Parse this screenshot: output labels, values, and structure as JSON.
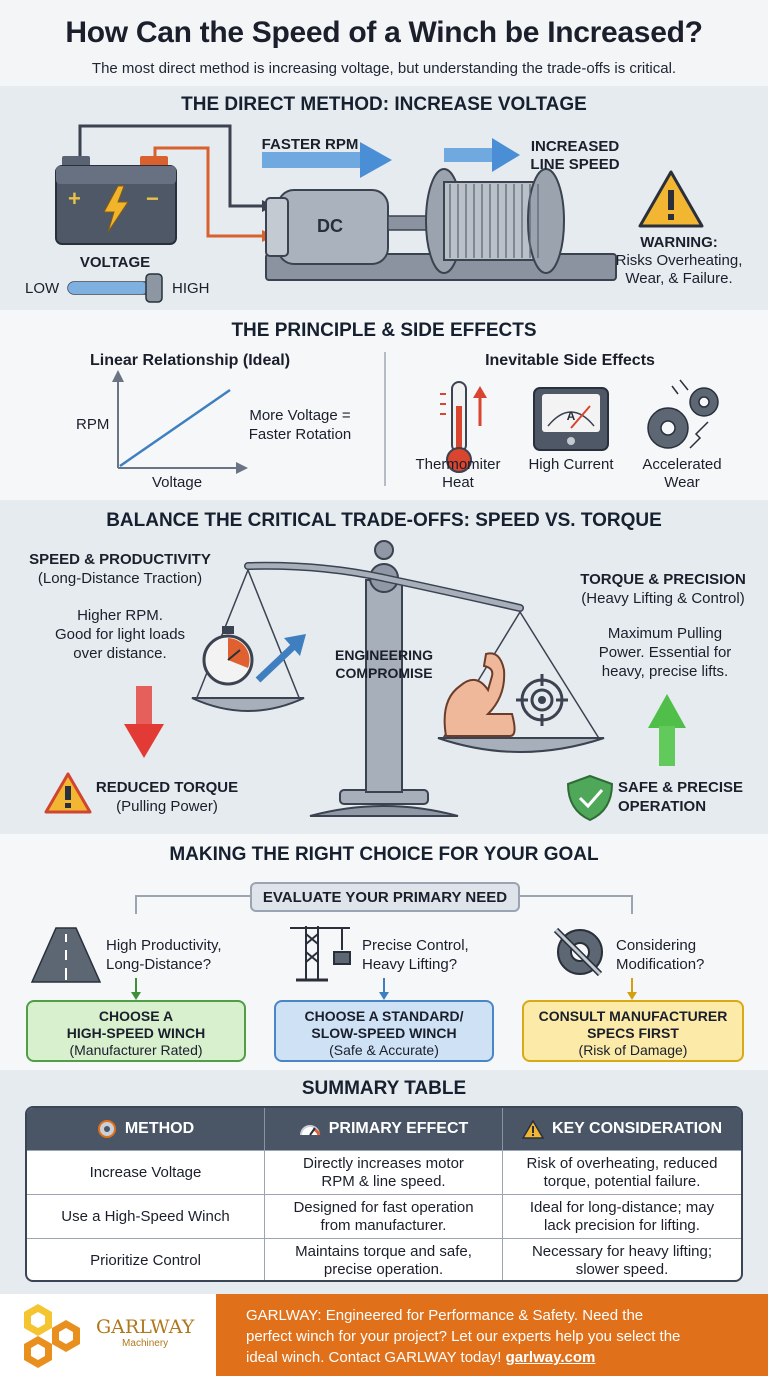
{
  "header": {
    "title": "How Can the Speed of a Winch be Increased?",
    "subtitle": "The most direct method is increasing voltage, but understanding the trade-offs is critical."
  },
  "direct": {
    "title": "THE DIRECT METHOD: INCREASE VOLTAGE",
    "faster_rpm": "FASTER RPM",
    "increased_line_speed_1": "INCREASED",
    "increased_line_speed_2": "LINE SPEED",
    "motor_label": "DC",
    "voltage_label": "VOLTAGE",
    "low": "LOW",
    "high": "HIGH",
    "warning_title": "WARNING:",
    "warning_line1": "Risks Overheating,",
    "warning_line2": "Wear, & Failure."
  },
  "principle": {
    "title": "THE PRINCIPLE & SIDE EFFECTS",
    "linear_title": "Linear Relationship (Ideal)",
    "y_axis": "RPM",
    "x_axis": "Voltage",
    "note_line1": "More Voltage =",
    "note_line2": "Faster Rotation",
    "side_title": "Inevitable Side Effects",
    "effects": [
      {
        "line1": "Thermomiter",
        "line2": "Heat"
      },
      {
        "line1": "High Current",
        "line2": ""
      },
      {
        "line1": "Accelerated",
        "line2": "Wear"
      }
    ],
    "ammeter_letter": "A"
  },
  "tradeoff": {
    "title": "BALANCE THE CRITICAL TRADE-OFFS: SPEED VS. TORQUE",
    "speed_title": "SPEED & PRODUCTIVITY",
    "speed_sub": "(Long-Distance Traction)",
    "speed_desc_1": "Higher RPM.",
    "speed_desc_2": "Good for light loads",
    "speed_desc_3": "over distance.",
    "reduced_title": "REDUCED TORQUE",
    "reduced_sub": "(Pulling Power)",
    "compromise_1": "ENGINEERING",
    "compromise_2": "COMPROMISE",
    "torque_title": "TORQUE & PRECISION",
    "torque_sub": "(Heavy Lifting & Control)",
    "torque_desc_1": "Maximum Pulling",
    "torque_desc_2": "Power. Essential for",
    "torque_desc_3": "heavy, precise lifts.",
    "safe_1": "SAFE & PRECISE",
    "safe_2": "OPERATION"
  },
  "choice": {
    "title": "MAKING THE RIGHT CHOICE FOR YOUR GOAL",
    "evaluate": "EVALUATE YOUR PRIMARY NEED",
    "options": [
      {
        "q1": "High Productivity,",
        "q2": "Long-Distance?",
        "b1": "CHOOSE A",
        "b2": "HIGH-SPEED WINCH",
        "b3": "(Manufacturer Rated)",
        "color": "#d9f0cf"
      },
      {
        "q1": "Precise Control,",
        "q2": "Heavy Lifting?",
        "b1": "CHOOSE A STANDARD/",
        "b2": "SLOW-SPEED WINCH",
        "b3": "(Safe & Accurate)",
        "color": "#cfe1f5"
      },
      {
        "q1": "Considering",
        "q2": "Modification?",
        "b1": "CONSULT MANUFACTURER",
        "b2": "SPECS FIRST",
        "b3": "(Risk of Damage)",
        "color": "#fbeaa8"
      }
    ]
  },
  "summary": {
    "title": "SUMMARY TABLE",
    "headers": [
      "METHOD",
      "PRIMARY EFFECT",
      "KEY CONSIDERATION"
    ],
    "rows": [
      {
        "method": "Increase Voltage",
        "effect1": "Directly increases motor",
        "effect2": "RPM & line speed.",
        "cons1": "Risk of overheating, reduced",
        "cons2": "torque, potential failure."
      },
      {
        "method": "Use a High-Speed Winch",
        "effect1": "Designed for fast operation",
        "effect2": "from manufacturer.",
        "cons1": "Ideal for long-distance; may",
        "cons2": "lack precision for lifting."
      },
      {
        "method": "Prioritize Control",
        "effect1": "Maintains torque and safe,",
        "effect2": "precise operation.",
        "cons1": "Necessary for heavy lifting;",
        "cons2": "slower speed."
      }
    ]
  },
  "footer": {
    "brand": "GARLWAY",
    "brand_sub": "Machinery",
    "text1": "GARLWAY: Engineered for Performance & Safety. Need the",
    "text2": "perfect winch for your project? Let our experts help you select the",
    "text3": "ideal winch. Contact GARLWAY today!",
    "link": "garlway.com",
    "bg": "#e0701a"
  }
}
